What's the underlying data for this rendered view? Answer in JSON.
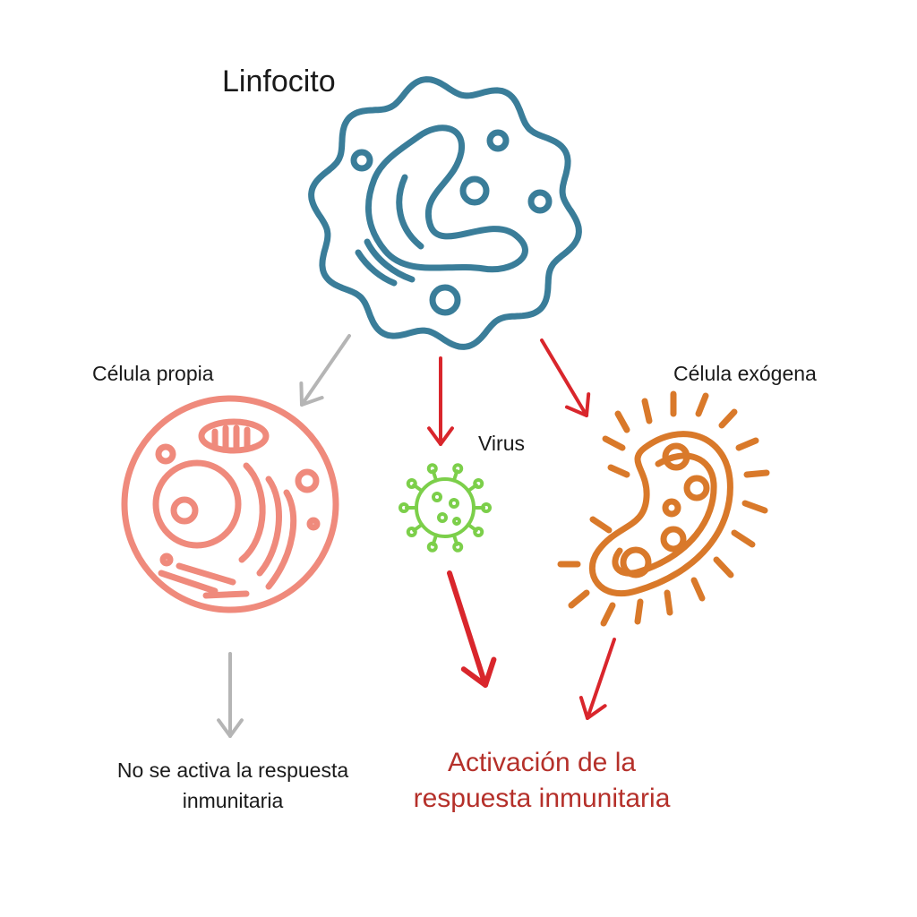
{
  "title": "Linfocito",
  "labels": {
    "own_cell": "Célula propia",
    "virus": "Virus",
    "exogenous_cell": "Célula  exógena"
  },
  "results": {
    "no_activation": "No se activa la respuesta inmunitaria",
    "activation": "Activación de la respuesta inmunitaria"
  },
  "colors": {
    "lymphocyte": "#3a7d99",
    "own_cell": "#ef8a7c",
    "virus": "#7ccf4a",
    "exogenous_cell": "#d9792a",
    "arrow_active": "#d9262c",
    "arrow_inactive": "#b5b5b5",
    "activation_text": "#b5302a"
  }
}
